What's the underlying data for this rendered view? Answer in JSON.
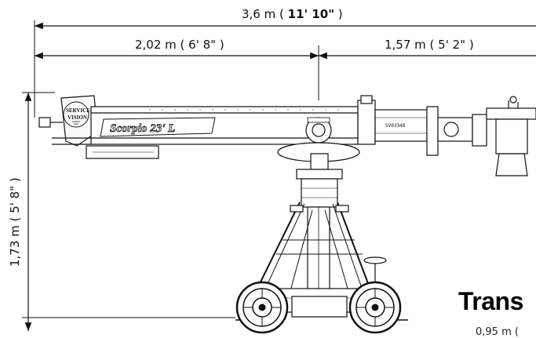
{
  "dimensions": {
    "total_length": {
      "value": "3,6 m",
      "imperial": "11' 10\""
    },
    "rear_section": {
      "value": "2,02 m",
      "imperial": "6' 8\""
    },
    "front_section": {
      "value": "1,57 m",
      "imperial": "5' 2\""
    },
    "height": {
      "value": "1,73 m",
      "imperial": "5' 8\""
    }
  },
  "branding": {
    "logo_line1": "SERVICE",
    "logo_line2": "VISION",
    "model_name": "Scorpio 23' L",
    "serial_plate": "SV03348"
  },
  "transport_heading": "Trans",
  "transport_subdim": "0,95 m ("
}
